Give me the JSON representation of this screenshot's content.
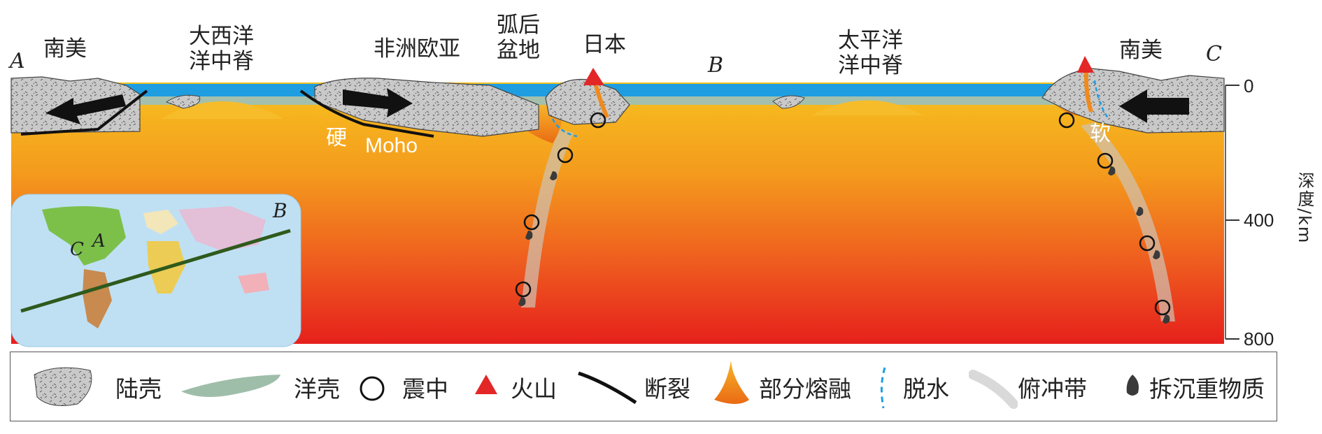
{
  "labels": {
    "south_america_left": "南美",
    "atlantic_ridge": [
      "大西洋",
      "洋中脊"
    ],
    "afro_eurasia": "非洲欧亚",
    "backarc_basin": [
      "弧后",
      "盆地"
    ],
    "japan": "日本",
    "pacific_ridge": [
      "太平洋",
      "洋中脊"
    ],
    "south_america_right": "南美",
    "hard": "硬",
    "moho": "Moho",
    "soft": "软"
  },
  "points": {
    "A": "A",
    "B": "B",
    "C": "C"
  },
  "depth_axis": {
    "title": "深度/km",
    "ticks": [
      "0",
      "400",
      "800"
    ]
  },
  "inset_map": {
    "A": "A",
    "B": "B",
    "C": "C"
  },
  "legend": [
    {
      "symbol": "continental-crust",
      "label": "陆壳"
    },
    {
      "symbol": "oceanic-crust",
      "label": "洋壳"
    },
    {
      "symbol": "hypocenter",
      "label": "震中"
    },
    {
      "symbol": "volcano",
      "label": "火山"
    },
    {
      "symbol": "fault",
      "label": "断裂"
    },
    {
      "symbol": "partial-melting",
      "label": "部分熔融"
    },
    {
      "symbol": "dehydration",
      "label": "脱水"
    },
    {
      "symbol": "subduction-zone",
      "label": "俯冲带"
    },
    {
      "symbol": "delaminated-material",
      "label": "拆沉重物质"
    }
  ],
  "colors": {
    "ocean": "#1e9ee0",
    "oceanic_crust": "#9fbeaa",
    "mantle_top": "#f4b31e",
    "mantle_bottom": "#e8261c",
    "volcano": "#e32626",
    "melt": "#f08a1c"
  }
}
